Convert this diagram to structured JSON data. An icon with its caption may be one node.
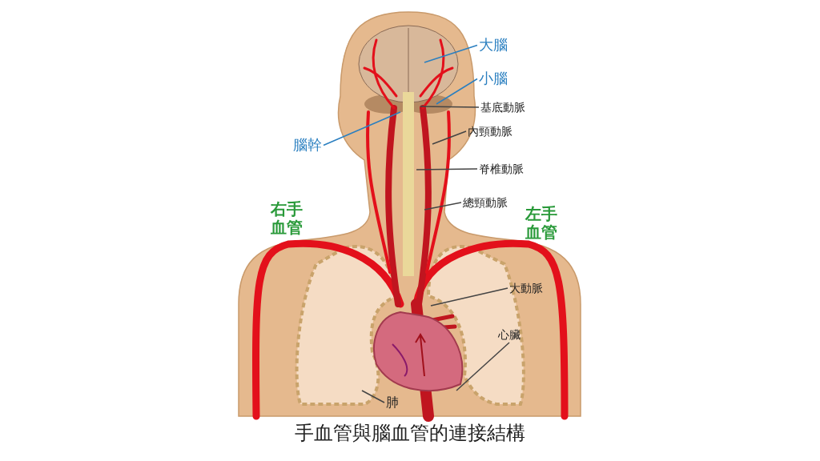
{
  "diagram": {
    "title": "手血管與腦血管的連接結構",
    "nodes": [
      {
        "text": [
          "大腦"
        ]
      },
      {
        "text": [
          "小腦"
        ]
      },
      {
        "text": [
          "基底動脈"
        ]
      },
      {
        "text": [
          "腦幹"
        ]
      },
      {
        "text": [
          "內頸動脈"
        ]
      },
      {
        "text": [
          "脊椎動脈"
        ]
      },
      {
        "text": [
          "總頸動脈"
        ]
      },
      {
        "text": [
          "大動脈"
        ]
      },
      {
        "text": [
          "心臟"
        ]
      },
      {
        "text": [
          "肺"
        ]
      }
    ],
    "edges": [
      {
        "from": 0,
        "to": null,
        "arrow": "none",
        "color": "#2a7fc0"
      },
      {
        "from": 1,
        "to": null,
        "arrow": "none",
        "color": "#2a7fc0"
      },
      {
        "from": 2,
        "to": null,
        "arrow": "none"
      },
      {
        "from": 3,
        "to": null,
        "arrow": "none",
        "color": "#2a7fc0"
      },
      {
        "from": 4,
        "to": null,
        "arrow": "none"
      },
      {
        "from": 5,
        "to": null,
        "arrow": "none"
      },
      {
        "from": 6,
        "to": null,
        "arrow": "none"
      },
      {
        "from": 7,
        "to": null,
        "arrow": "none"
      },
      {
        "from": 8,
        "to": null,
        "arrow": "none"
      },
      {
        "from": 9,
        "to": null,
        "arrow": "none"
      }
    ],
    "labels": [
      "右手血管",
      "左手血管"
    ]
  }
}
